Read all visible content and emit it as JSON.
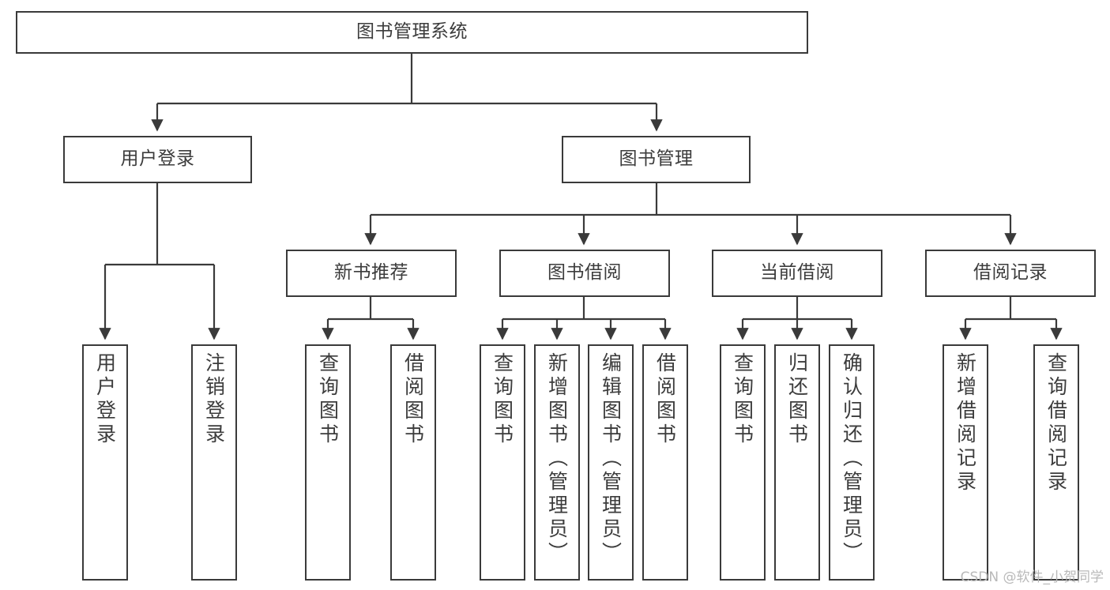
{
  "diagram": {
    "type": "tree-hierarchy",
    "title": "图书管理系统",
    "watermark": "CSDN @软件_小贺同学",
    "colors": {
      "stroke": "#3a3a3a",
      "text": "#3c3c3c",
      "background": "#ffffff",
      "watermark": "#b9b9b9"
    },
    "nodes": {
      "root": {
        "label": "图书管理系统",
        "orientation": "horizontal"
      },
      "level2": [
        {
          "id": "user-login",
          "label": "用户登录",
          "orientation": "horizontal"
        },
        {
          "id": "book-manage",
          "label": "图书管理",
          "orientation": "horizontal"
        }
      ],
      "level3": [
        {
          "id": "new-book-rec",
          "label": "新书推荐",
          "orientation": "horizontal"
        },
        {
          "id": "book-borrow",
          "label": "图书借阅",
          "orientation": "horizontal"
        },
        {
          "id": "current-borrow",
          "label": "当前借阅",
          "orientation": "horizontal"
        },
        {
          "id": "borrow-record",
          "label": "借阅记录",
          "orientation": "horizontal"
        }
      ],
      "leaves": [
        {
          "id": "leaf-user-login",
          "label": "用户登录",
          "parent": "user-login",
          "orientation": "vertical"
        },
        {
          "id": "leaf-logout-login",
          "label": "注销登录",
          "parent": "user-login",
          "orientation": "vertical"
        },
        {
          "id": "leaf-query-book-1",
          "label": "查询图书",
          "parent": "new-book-rec",
          "orientation": "vertical"
        },
        {
          "id": "leaf-borrow-book-1",
          "label": "借阅图书",
          "parent": "new-book-rec",
          "orientation": "vertical"
        },
        {
          "id": "leaf-query-book-2",
          "label": "查询图书",
          "parent": "book-borrow",
          "orientation": "vertical"
        },
        {
          "id": "leaf-add-book",
          "label": "新增图书（管理员）",
          "parent": "book-borrow",
          "orientation": "vertical"
        },
        {
          "id": "leaf-edit-book",
          "label": "编辑图书（管理员）",
          "parent": "book-borrow",
          "orientation": "vertical"
        },
        {
          "id": "leaf-borrow-book-2",
          "label": "借阅图书",
          "parent": "book-borrow",
          "orientation": "vertical"
        },
        {
          "id": "leaf-query-book-3",
          "label": "查询图书",
          "parent": "current-borrow",
          "orientation": "vertical"
        },
        {
          "id": "leaf-return-book",
          "label": "归还图书",
          "parent": "current-borrow",
          "orientation": "vertical"
        },
        {
          "id": "leaf-confirm-return",
          "label": "确认归还（管理员）",
          "parent": "current-borrow",
          "orientation": "vertical"
        },
        {
          "id": "leaf-add-record",
          "label": "新增借阅记录",
          "parent": "borrow-record",
          "orientation": "vertical"
        },
        {
          "id": "leaf-query-record",
          "label": "查询借阅记录",
          "parent": "borrow-record",
          "orientation": "vertical"
        }
      ]
    }
  }
}
